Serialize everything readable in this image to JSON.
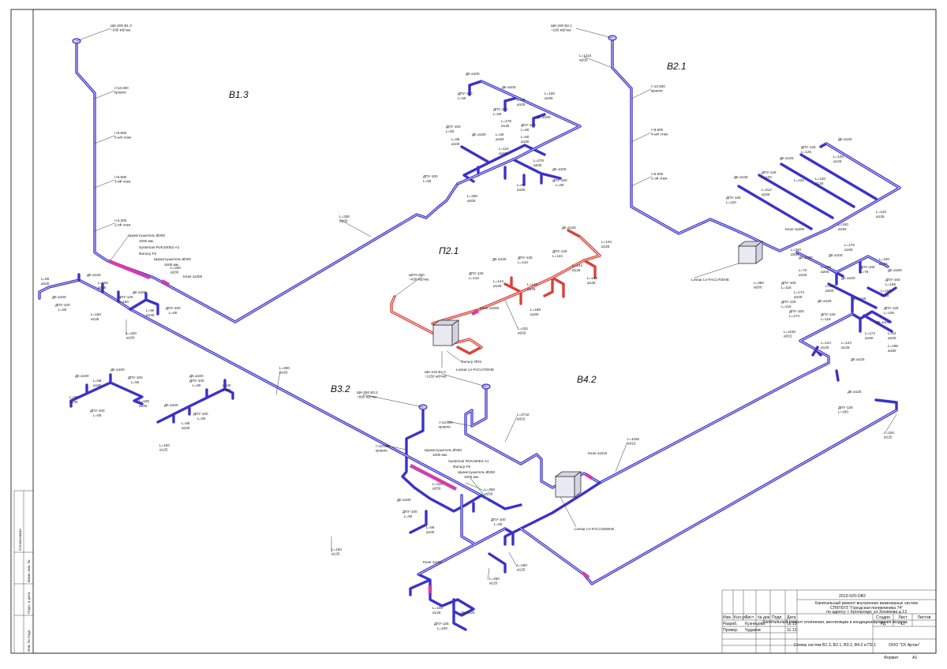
{
  "systems": {
    "b13": "B1.3",
    "b21": "B2.1",
    "p21": "П2.1",
    "b32": "B3.2",
    "b42": "B4.2"
  },
  "labels": {
    "b13_roof": "ШК-200 В1.3\n~330 м3/час",
    "b13_zero1": "i+13.000\nкровля",
    "b13_f5": "i+9.900\n5-ый этаж",
    "b13_f3": "i+6.600\n3-ий этаж",
    "b13_f2": "i+3.300\n2-ой этаж",
    "b13_silencer1": "Шумоглушитель Ø200",
    "b13_silencer1_len": "1000 мм.",
    "b13_fan": "Systemair RVK200E2-A1",
    "b13_filter": "Фильтр F5",
    "b13_silencer2": "Шумоглушитель Ø200",
    "b13_silencer2_len": "1000 мм.",
    "b13_l330a": "L=330\nø200",
    "b13_valve": "Клап-1к200",
    "b13_l330b": "L=330\nø200",
    "b13_dk1": "ДК ø100",
    "b13_dk2": "ДК ø100",
    "b21_roof": "ШК-200 В2.1\n~160 м3/час",
    "b21_l": "L=1224\nø200",
    "b21_zero": "i+13.000\nкровля",
    "b21_f4": "i+9.900\n4-ый этаж",
    "b21_f2": "i+6.600\n2-ой этаж",
    "b21_dk125": "ДК ø125",
    "b21_valve": "Клап-1к200",
    "b21_fan": "Lessar LV-FACU700HE",
    "b21_l360": "L=360\nø200",
    "p21_fresh": "ШПЧ-300\n~430 м3/час",
    "p21_valve": "Клап-1к200",
    "p21_filter": "Фильтр ЯП6",
    "p21_fan": "Lessar LV-FACU700HE",
    "p21_l432": "L=432\nø200",
    "p21_dk": "ДК ø125",
    "b32_roof": "ШК-250 В3.2\n~680 м3/час",
    "b32_zero": "i+13.000\nкровля",
    "b32_silencer1": "Шумоглушитель Ø250",
    "b32_silencer1_len": "1000 мм.",
    "b32_fan": "Systemair RVK250E2-A1",
    "b32_filter": "Фильтр F5",
    "b32_silencer2": "Шумоглушитель Ø250",
    "b32_silencer2_len": "1000 мм.",
    "b32_l310": "L=310\nø250",
    "b32_l358": "L=358\nø250",
    "b32_l280": "L=280\nø160",
    "b32_l150a": "L=150\nø125",
    "b32_l150b": "L=150\nø125",
    "b32_l220": "L=220\nø160",
    "b32_valve": "Клап-1к160",
    "b32_l250": "L=250\nø125",
    "b32_l180": "L=180\nø125",
    "b42_roof": "ШК-315 В4.2\n~1150 м3/час",
    "b42_zero": "i+13.000\nкровля",
    "b42_l2742": "L=2742\nø315",
    "b42_valve": "Клап-1к315",
    "b42_l1150": "L=1150\nø315",
    "b42_fan": "Lessar LV-FACU1500HE",
    "b42_l1150b": "L=1150\nø315",
    "b42_dk125": "ДК ø125",
    "b42_dpu": "ДПУ-125\nL=160",
    "b42_l100": "L=100\nø125"
  },
  "side_stamp": {
    "agreed": "Согласовано",
    "inv_subst": "Взам. инв. №",
    "sign_date": "Подп. и дата",
    "inv_orig": "Инв. № подл."
  },
  "title_block": {
    "doc_code": "2013-020-ОВ2",
    "project": "Капитальный ремонт внутренних инженерных систем",
    "client": "СПбГБУЗ \"Городская поликлиника 74\"",
    "address": "по адресу: г. Кронштадт, ул.Зосимова д.13",
    "col_izm": "Изм.",
    "col_kol": "Кол.уч.",
    "col_list": "Лист",
    "col_ndok": "№ док",
    "col_podp": "Подп.",
    "col_date": "Дата",
    "role1": "Разраб.",
    "name1": "Кузнецова",
    "date1": "11.13",
    "role2": "Провер.",
    "name2": "Чудаков",
    "date2": "11.13",
    "section": "Капитальный ремонт отопления, вентиляции и кондиционирования воздуха",
    "stage_h": "Стадия",
    "sheet_h": "Лист",
    "sheets_h": "Листов",
    "stage": "РД",
    "sheet": "12",
    "sheets": "",
    "drawing": "Схемы систем В1.3, В2.1, В3.2, В4.2 и П2.1",
    "company": "ООО \"СК Артан\"",
    "format_label": "Формат",
    "format": "А1"
  },
  "colors": {
    "exhaust": "#3b32c8",
    "supply": "#d9423a",
    "fitting": "#d63ca8",
    "frame": "#222222"
  }
}
